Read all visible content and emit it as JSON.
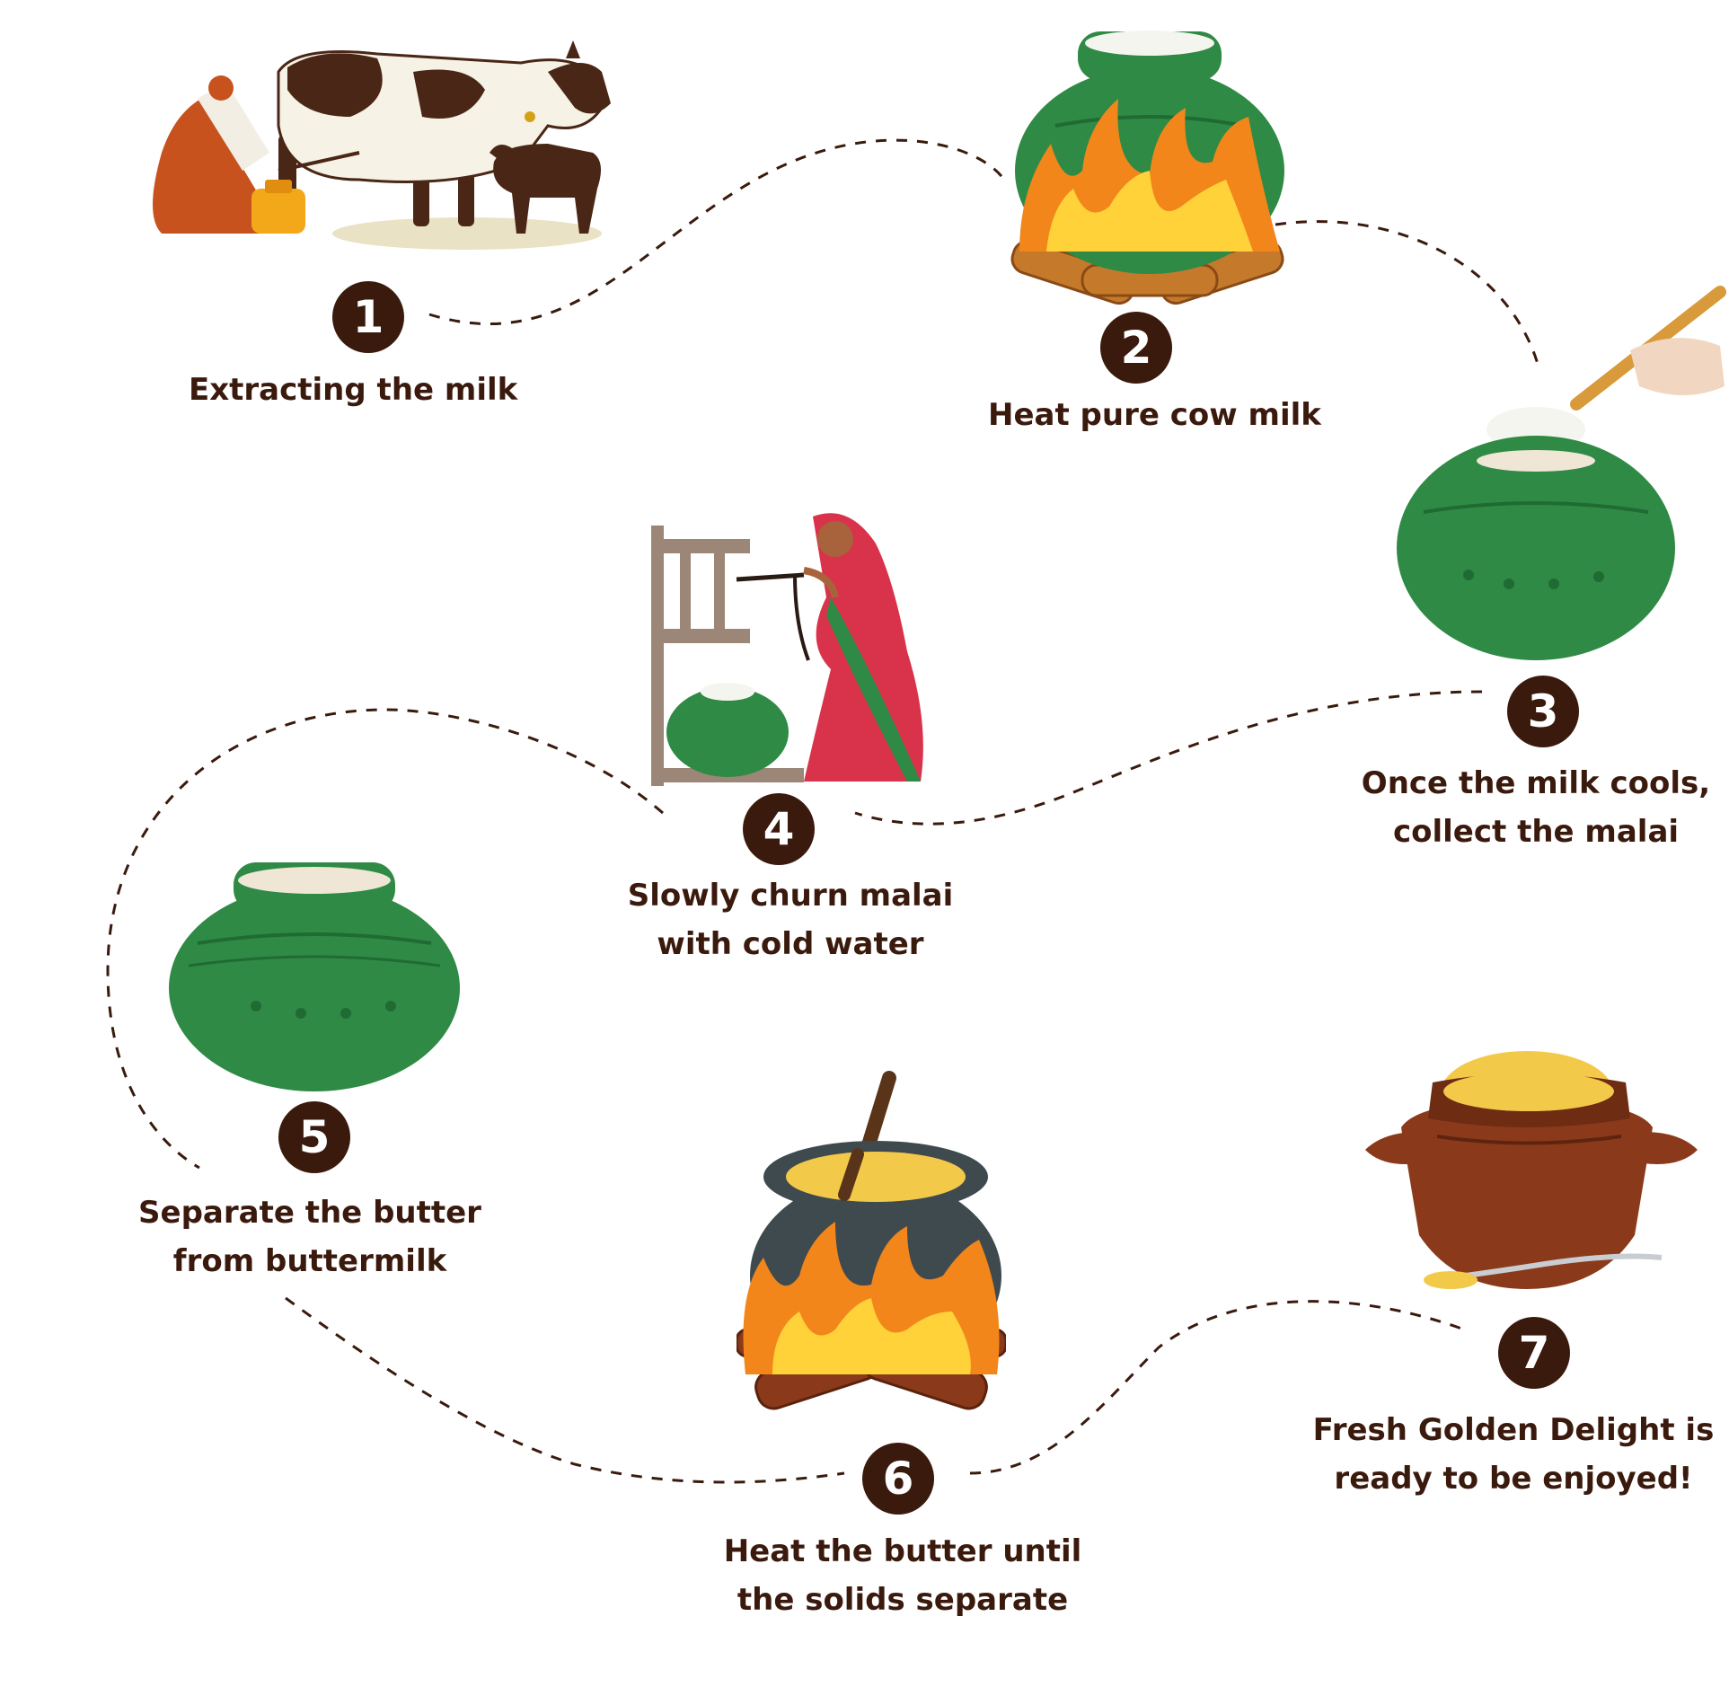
{
  "colors": {
    "accent_dark": "#3b1a0e",
    "pot_green": "#2f8a45",
    "pot_green_dark": "#1f6b33",
    "flame_orange": "#f2861b",
    "flame_yellow": "#ffd23a",
    "clay_brown": "#8a3a1a",
    "ghee_gold": "#f3c94a",
    "cauldron_grey": "#3f4a4e"
  },
  "steps": [
    {
      "number": "1",
      "lines": [
        "Extracting the milk"
      ],
      "icon": "milking-cow-icon"
    },
    {
      "number": "2",
      "lines": [
        "Heat pure cow milk"
      ],
      "icon": "pot-on-fire-icon"
    },
    {
      "number": "3",
      "lines": [
        "Once the milk cools,",
        "collect the malai"
      ],
      "icon": "pot-with-spoon-icon"
    },
    {
      "number": "4",
      "lines": [
        "Slowly churn malai",
        "with cold water"
      ],
      "icon": "woman-churning-icon"
    },
    {
      "number": "5",
      "lines": [
        "Separate the butter",
        "from buttermilk"
      ],
      "icon": "green-pot-icon"
    },
    {
      "number": "6",
      "lines": [
        "Heat the butter until",
        "the solids separate"
      ],
      "icon": "cauldron-on-fire-icon"
    },
    {
      "number": "7",
      "lines": [
        "Fresh Golden Delight is",
        "ready to be enjoyed!"
      ],
      "icon": "ghee-pot-icon"
    }
  ]
}
